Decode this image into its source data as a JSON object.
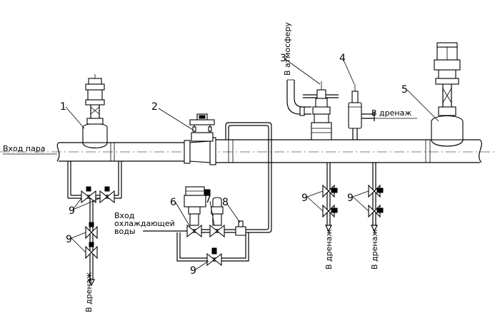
{
  "labels": {
    "steam_inlet": "Вход пара",
    "to_atmosphere": "В атмосферу",
    "to_drain": "В дренаж",
    "cooling_water_inlet_1": "Вход",
    "cooling_water_inlet_2": "охлаждающей",
    "cooling_water_inlet_3": "воды"
  },
  "positions": [
    "1",
    "2",
    "3",
    "4",
    "5",
    "6",
    "7",
    "8",
    "9"
  ]
}
